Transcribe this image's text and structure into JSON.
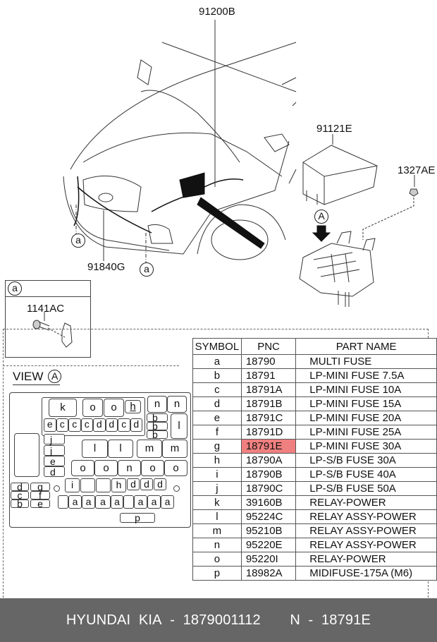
{
  "callouts": {
    "main_harness": "91200B",
    "front_harness": "91840G",
    "cover": "91121E",
    "nut": "1327AE",
    "bolt": "1141AC",
    "view_marker": "A",
    "detail_marker": "a"
  },
  "detail_box": {
    "marker": "a",
    "part": "1141AC"
  },
  "view_a": {
    "title": "VIEW",
    "marker": "A",
    "slots_top": [
      "k",
      "o",
      "o",
      "h"
    ],
    "slots_small_row": [
      "e",
      "c",
      "c",
      "c",
      "d",
      "d",
      "c",
      "d"
    ],
    "slots_nn": [
      "n",
      "n"
    ],
    "slots_b": [
      "b",
      "b",
      "b"
    ],
    "slot_l_right": "l",
    "slots_left_col": [
      "j",
      "j",
      "e",
      "d"
    ],
    "slots_llmm": [
      "l",
      "l",
      "m",
      "m"
    ],
    "slots_oonoo": [
      "o",
      "o",
      "n",
      "o",
      "o"
    ],
    "slots_left_pairs": [
      [
        "d",
        "g"
      ],
      [
        "c",
        "f"
      ],
      [
        "b",
        "e"
      ]
    ],
    "slots_ihddd": [
      "i",
      "",
      "",
      "h",
      "d",
      "d",
      "d"
    ],
    "slots_a": [
      "",
      "a",
      "a",
      "a",
      "a",
      "",
      "a",
      "a",
      "a"
    ],
    "slot_p": "p"
  },
  "parts_table": {
    "headers": [
      "SYMBOL",
      "PNC",
      "PART NAME"
    ],
    "highlight_color": "#f08080",
    "highlighted_pnc": "18791E",
    "rows": [
      {
        "symbol": "a",
        "pnc": "18790",
        "name": "MULTI FUSE"
      },
      {
        "symbol": "b",
        "pnc": "18791",
        "name": "LP-MINI FUSE 7.5A"
      },
      {
        "symbol": "c",
        "pnc": "18791A",
        "name": "LP-MINI FUSE 10A"
      },
      {
        "symbol": "d",
        "pnc": "18791B",
        "name": "LP-MINI FUSE 15A"
      },
      {
        "symbol": "e",
        "pnc": "18791C",
        "name": "LP-MINI FUSE 20A"
      },
      {
        "symbol": "f",
        "pnc": "18791D",
        "name": "LP-MINI FUSE 25A"
      },
      {
        "symbol": "g",
        "pnc": "18791E",
        "name": "LP-MINI FUSE 30A"
      },
      {
        "symbol": "h",
        "pnc": "18790A",
        "name": "LP-S/B FUSE 30A"
      },
      {
        "symbol": "i",
        "pnc": "18790B",
        "name": "LP-S/B FUSE 40A"
      },
      {
        "symbol": "j",
        "pnc": "18790C",
        "name": "LP-S/B FUSE 50A"
      },
      {
        "symbol": "k",
        "pnc": "39160B",
        "name": "RELAY-POWER"
      },
      {
        "symbol": "l",
        "pnc": "95224C",
        "name": "RELAY ASSY-POWER"
      },
      {
        "symbol": "m",
        "pnc": "95210B",
        "name": "RELAY ASSY-POWER"
      },
      {
        "symbol": "n",
        "pnc": "95220E",
        "name": "RELAY ASSY-POWER"
      },
      {
        "symbol": "o",
        "pnc": "95220I",
        "name": "RELAY-POWER"
      },
      {
        "symbol": "p",
        "pnc": "18982A",
        "name": "MIDIFUSE-175A (M6)"
      }
    ]
  },
  "footer": {
    "brand": "HYUNDAI  KIA",
    "part_number": "1879001112",
    "pnc_prefix": "N",
    "pnc": "18791E",
    "background": "#666666"
  }
}
